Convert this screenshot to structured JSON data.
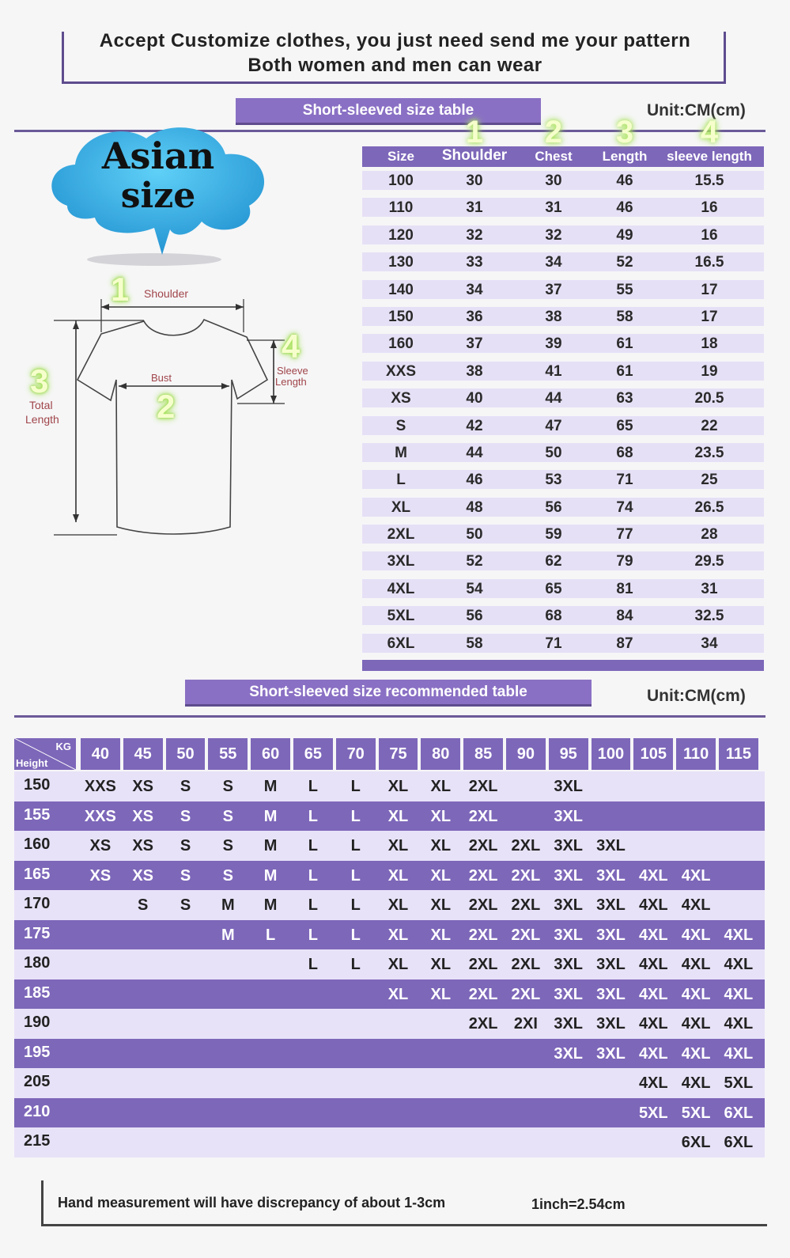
{
  "header": {
    "line1": "Accept Customize clothes, you just need send me your pattern",
    "line2": "Both women and men can wear"
  },
  "size_banner": "Short-sleeved size  table",
  "unit_top": "Unit:CM(cm)",
  "cloud": {
    "line1": "Asian",
    "line2": "size"
  },
  "diagram": {
    "shoulder": "Shoulder",
    "bust": "Bust",
    "total1": "Total",
    "total2": "Length",
    "sleeve1": "Sleeve",
    "sleeve2": "Length",
    "n1": "1",
    "n2": "2",
    "n3": "3",
    "n4": "4"
  },
  "size_table": {
    "headers": [
      "Size",
      "Shoulder",
      "Chest",
      "Length",
      "sleeve length"
    ],
    "numbers": [
      "1",
      "2",
      "3",
      "4"
    ],
    "rows": [
      [
        "100",
        "30",
        "30",
        "46",
        "15.5"
      ],
      [
        "110",
        "31",
        "31",
        "46",
        "16"
      ],
      [
        "120",
        "32",
        "32",
        "49",
        "16"
      ],
      [
        "130",
        "33",
        "34",
        "52",
        "16.5"
      ],
      [
        "140",
        "34",
        "37",
        "55",
        "17"
      ],
      [
        "150",
        "36",
        "38",
        "58",
        "17"
      ],
      [
        "160",
        "37",
        "39",
        "61",
        "18"
      ],
      [
        "XXS",
        "38",
        "41",
        "61",
        "19"
      ],
      [
        "XS",
        "40",
        "44",
        "63",
        "20.5"
      ],
      [
        "S",
        "42",
        "47",
        "65",
        "22"
      ],
      [
        "M",
        "44",
        "50",
        "68",
        "23.5"
      ],
      [
        "L",
        "46",
        "53",
        "71",
        "25"
      ],
      [
        "XL",
        "48",
        "56",
        "74",
        "26.5"
      ],
      [
        "2XL",
        "50",
        "59",
        "77",
        "28"
      ],
      [
        "3XL",
        "52",
        "62",
        "79",
        "29.5"
      ],
      [
        "4XL",
        "54",
        "65",
        "81",
        "31"
      ],
      [
        "5XL",
        "56",
        "68",
        "84",
        "32.5"
      ],
      [
        "6XL",
        "58",
        "71",
        "87",
        "34"
      ]
    ]
  },
  "rec_banner": "Short-sleeved size recommended table",
  "unit_bottom": "Unit:CM(cm)",
  "rec_table": {
    "kg_label": "KG",
    "height_label": "Height",
    "kg": [
      "40",
      "45",
      "50",
      "55",
      "60",
      "65",
      "70",
      "75",
      "80",
      "85",
      "90",
      "95",
      "100",
      "105",
      "110",
      "115"
    ],
    "rows": [
      {
        "h": "150",
        "cells": [
          "XXS",
          "XS",
          "S",
          "S",
          "M",
          "L",
          "L",
          "XL",
          "XL",
          "2XL",
          "",
          "3XL",
          "",
          "",
          "",
          ""
        ]
      },
      {
        "h": "155",
        "cells": [
          "XXS",
          "XS",
          "S",
          "S",
          "M",
          "L",
          "L",
          "XL",
          "XL",
          "2XL",
          "",
          "3XL",
          "",
          "",
          "",
          ""
        ]
      },
      {
        "h": "160",
        "cells": [
          "XS",
          "XS",
          "S",
          "S",
          "M",
          "L",
          "L",
          "XL",
          "XL",
          "2XL",
          "2XL",
          "3XL",
          "3XL",
          "",
          "",
          ""
        ]
      },
      {
        "h": "165",
        "cells": [
          "XS",
          "XS",
          "S",
          "S",
          "M",
          "L",
          "L",
          "XL",
          "XL",
          "2XL",
          "2XL",
          "3XL",
          "3XL",
          "4XL",
          "4XL",
          ""
        ]
      },
      {
        "h": "170",
        "cells": [
          "",
          "S",
          "S",
          "M",
          "M",
          "L",
          "L",
          "XL",
          "XL",
          "2XL",
          "2XL",
          "3XL",
          "3XL",
          "4XL",
          "4XL",
          ""
        ]
      },
      {
        "h": "175",
        "cells": [
          "",
          "",
          "",
          "M",
          "L",
          "L",
          "L",
          "XL",
          "XL",
          "2XL",
          "2XL",
          "3XL",
          "3XL",
          "4XL",
          "4XL",
          "4XL"
        ]
      },
      {
        "h": "180",
        "cells": [
          "",
          "",
          "",
          "",
          "",
          "L",
          "L",
          "XL",
          "XL",
          "2XL",
          "2XL",
          "3XL",
          "3XL",
          "4XL",
          "4XL",
          "4XL"
        ]
      },
      {
        "h": "185",
        "cells": [
          "",
          "",
          "",
          "",
          "",
          "",
          "",
          "XL",
          "XL",
          "2XL",
          "2XL",
          "3XL",
          "3XL",
          "4XL",
          "4XL",
          "4XL"
        ]
      },
      {
        "h": "190",
        "cells": [
          "",
          "",
          "",
          "",
          "",
          "",
          "",
          "",
          "",
          "2XL",
          "2XI",
          "3XL",
          "3XL",
          "4XL",
          "4XL",
          "4XL"
        ]
      },
      {
        "h": "195",
        "cells": [
          "",
          "",
          "",
          "",
          "",
          "",
          "",
          "",
          "",
          "",
          "",
          "3XL",
          "3XL",
          "4XL",
          "4XL",
          "4XL"
        ]
      },
      {
        "h": "205",
        "cells": [
          "",
          "",
          "",
          "",
          "",
          "",
          "",
          "",
          "",
          "",
          "",
          "",
          "",
          "4XL",
          "4XL",
          "5XL"
        ]
      },
      {
        "h": "210",
        "cells": [
          "",
          "",
          "",
          "",
          "",
          "",
          "",
          "",
          "",
          "",
          "",
          "",
          "",
          "5XL",
          "5XL",
          "6XL"
        ]
      },
      {
        "h": "215",
        "cells": [
          "",
          "",
          "",
          "",
          "",
          "",
          "",
          "",
          "",
          "",
          "",
          "",
          "",
          "",
          "6XL",
          "6XL"
        ]
      }
    ]
  },
  "footer": {
    "note": "Hand measurement will have discrepancy of about  1-3cm",
    "inch": "1inch=2.54cm"
  }
}
